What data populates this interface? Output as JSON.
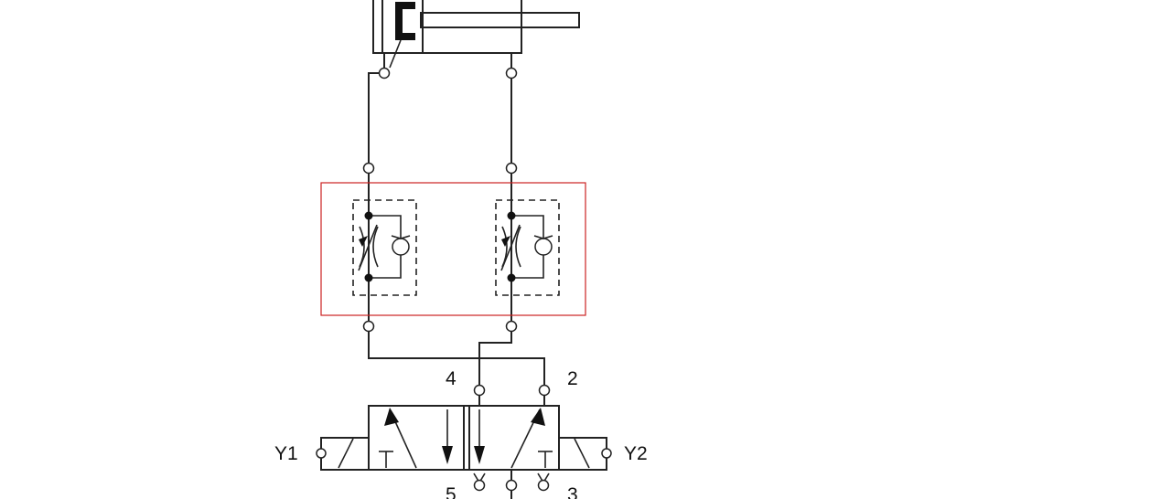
{
  "colors": {
    "line": "#222222",
    "highlight": "#cc2222",
    "background": "#ffffff"
  },
  "labels": {
    "port_a": "4",
    "port_b": "2",
    "exhaust_a": "5",
    "exhaust_b": "3",
    "solenoid_left": "Y1",
    "solenoid_right": "Y2"
  }
}
